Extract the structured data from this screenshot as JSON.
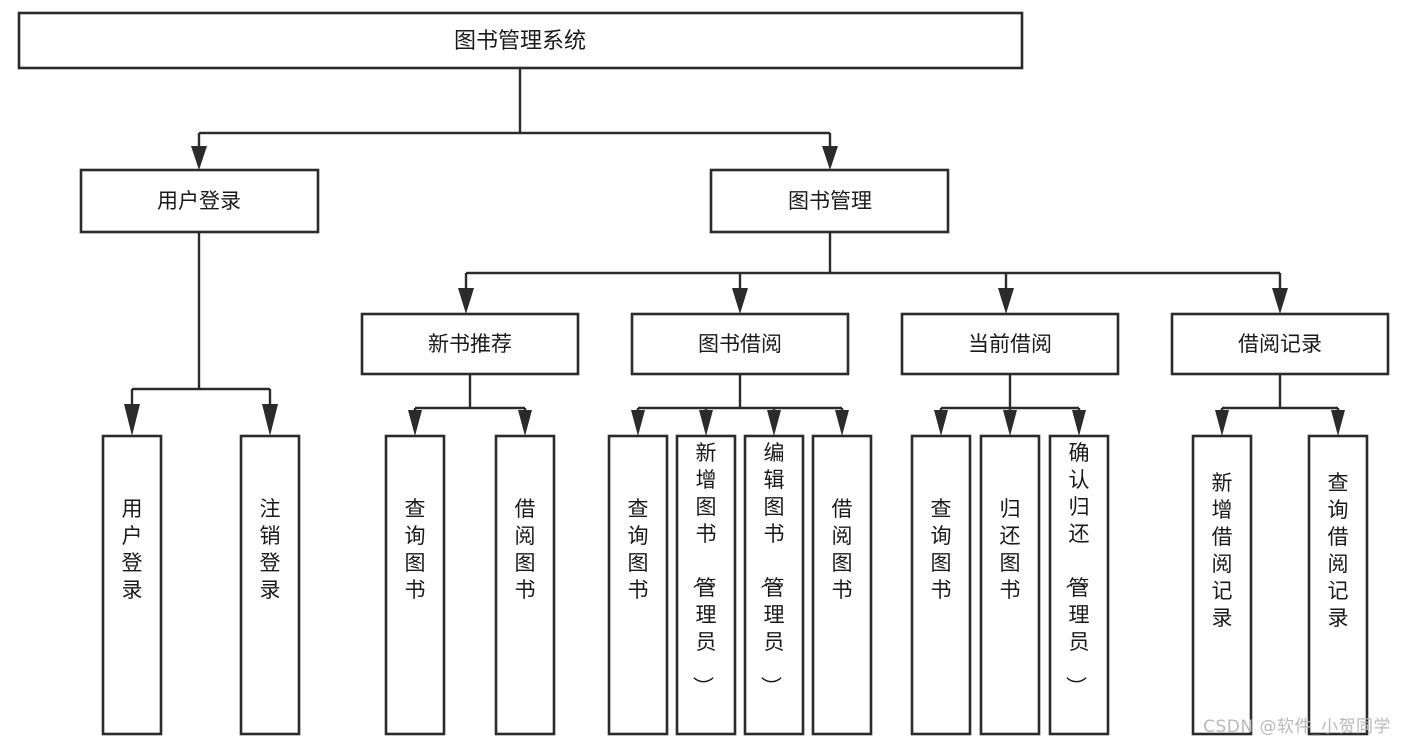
{
  "diagram": {
    "type": "tree",
    "title": "图书管理系统",
    "watermark": "CSDN @软件_小贺同学",
    "root": {
      "id": "root",
      "label": "图书管理系统",
      "orientation": "horizontal"
    },
    "level2": [
      {
        "id": "user-login",
        "label": "用户登录",
        "orientation": "horizontal"
      },
      {
        "id": "book-manage",
        "label": "图书管理",
        "orientation": "horizontal"
      }
    ],
    "level3": [
      {
        "id": "new-book-rec",
        "label": "新书推荐",
        "parent": "book-manage",
        "orientation": "horizontal"
      },
      {
        "id": "book-borrow",
        "label": "图书借阅",
        "parent": "book-manage",
        "orientation": "horizontal"
      },
      {
        "id": "current-borrow",
        "label": "当前借阅",
        "parent": "book-manage",
        "orientation": "horizontal"
      },
      {
        "id": "borrow-record",
        "label": "借阅记录",
        "parent": "book-manage",
        "orientation": "horizontal"
      }
    ],
    "leaves": [
      {
        "id": "leaf-user-login",
        "label": "用户登录",
        "parent": "user-login",
        "orientation": "vertical"
      },
      {
        "id": "leaf-user-logout",
        "label": "注销登录",
        "parent": "user-login",
        "orientation": "vertical"
      },
      {
        "id": "leaf-rec-query",
        "label": "查询图书",
        "parent": "new-book-rec",
        "orientation": "vertical"
      },
      {
        "id": "leaf-rec-borrow",
        "label": "借阅图书",
        "parent": "new-book-rec",
        "orientation": "vertical"
      },
      {
        "id": "leaf-borrow-query",
        "label": "查询图书",
        "parent": "book-borrow",
        "orientation": "vertical"
      },
      {
        "id": "leaf-borrow-add",
        "label": "新增图书（管理员）",
        "parent": "book-borrow",
        "orientation": "vertical"
      },
      {
        "id": "leaf-borrow-edit",
        "label": "编辑图书（管理员）",
        "parent": "book-borrow",
        "orientation": "vertical"
      },
      {
        "id": "leaf-borrow-do",
        "label": "借阅图书",
        "parent": "book-borrow",
        "orientation": "vertical"
      },
      {
        "id": "leaf-cur-query",
        "label": "查询图书",
        "parent": "current-borrow",
        "orientation": "vertical"
      },
      {
        "id": "leaf-cur-return",
        "label": "归还图书",
        "parent": "current-borrow",
        "orientation": "vertical"
      },
      {
        "id": "leaf-cur-confirm",
        "label": "确认归还（管理员）",
        "parent": "current-borrow",
        "orientation": "vertical"
      },
      {
        "id": "leaf-rec-add",
        "label": "新增借阅记录",
        "parent": "borrow-record",
        "orientation": "vertical"
      },
      {
        "id": "leaf-rec-search",
        "label": "查询借阅记录",
        "parent": "borrow-record",
        "orientation": "vertical"
      }
    ],
    "colors": {
      "background": "#ffffff",
      "box_fill": "#ffffff",
      "box_stroke": "#2b2b2b",
      "text": "#1a1a1a",
      "watermark": "#b9b9b9"
    }
  }
}
